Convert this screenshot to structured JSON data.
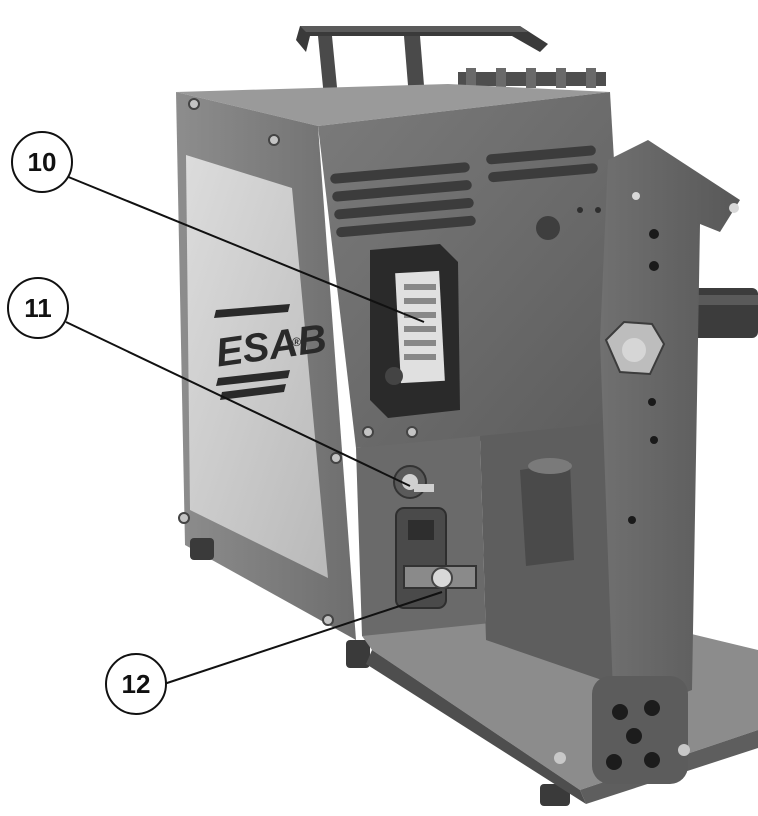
{
  "brand": {
    "logo_text": "ESAB",
    "registered_mark": "®"
  },
  "callouts": [
    {
      "label": "10"
    },
    {
      "label": "11"
    },
    {
      "label": "12"
    }
  ],
  "colors": {
    "background": "#ffffff",
    "machine_body": "#7a7a7a",
    "panel": "#c9c9c9",
    "dark_metal": "#4a4a4a"
  }
}
